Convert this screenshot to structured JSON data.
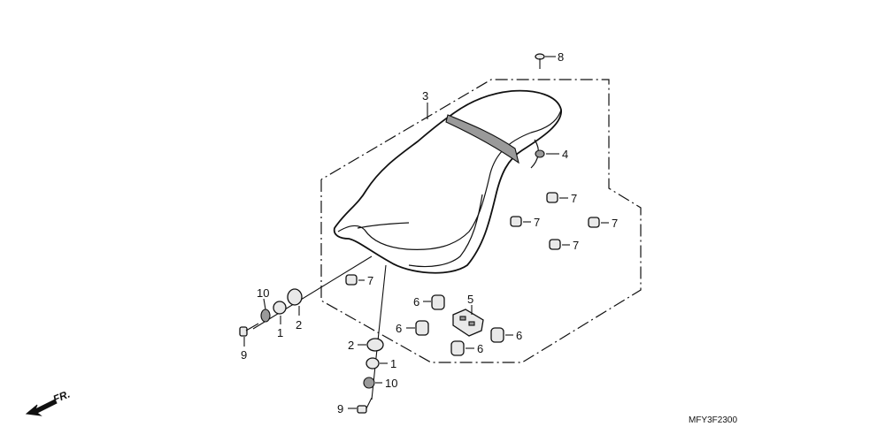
{
  "diagram": {
    "diagram_code": "MFY3F2300",
    "front_indicator": "FR.",
    "callouts": {
      "c8": "8",
      "c3": "3",
      "c4": "4",
      "c7a": "7",
      "c7b": "7",
      "c7c": "7",
      "c7d": "7",
      "c7e": "7",
      "c5": "5",
      "c6a": "6",
      "c6b": "6",
      "c6c": "6",
      "c6d": "6",
      "c10a": "10",
      "c1a": "1",
      "c2a": "2",
      "c9a": "9",
      "c2b": "2",
      "c1b": "1",
      "c10b": "10",
      "c9b": "9"
    },
    "colors": {
      "line": "#111111",
      "part_fill": "#e9e9e9",
      "background": "#ffffff"
    }
  }
}
